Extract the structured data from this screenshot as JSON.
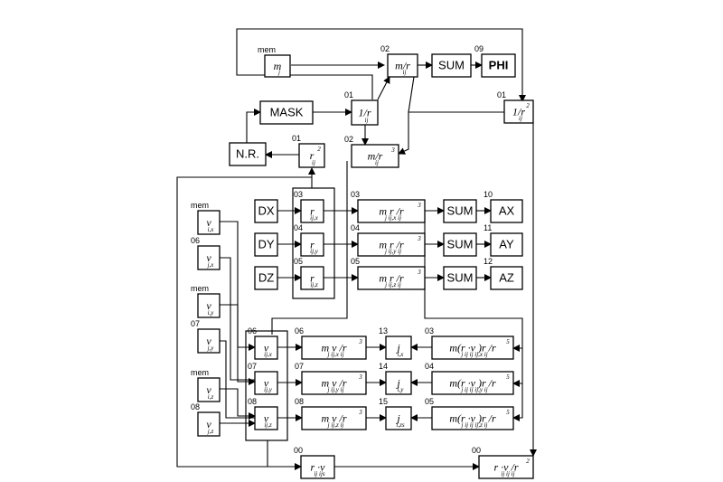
{
  "nodes": {
    "mem_m": {
      "tag": "mem",
      "text": "m",
      "sub": "j"
    },
    "mr": {
      "tag": "02",
      "text": "m/r",
      "sub": "ij"
    },
    "sum_phi": {
      "text": "SUM"
    },
    "phi": {
      "tag": "09",
      "text": "PHI"
    },
    "mask": {
      "text": "MASK"
    },
    "inv_r": {
      "tag": "01",
      "text": "1/r",
      "sub": "ij"
    },
    "inv_r2": {
      "tag": "01",
      "text": "1/r",
      "sup": "2",
      "sub": "ij"
    },
    "nr": {
      "text": "N.R."
    },
    "r2": {
      "tag": "01",
      "text": "r",
      "sup": "2",
      "sub": "ij"
    },
    "mr3": {
      "tag": "02",
      "text": "m/r",
      "sup": "3",
      "sub": "ij"
    },
    "dx": {
      "text": "DX"
    },
    "dy": {
      "text": "DY"
    },
    "dz": {
      "text": "DZ"
    },
    "rx": {
      "tag": "03",
      "text": "r",
      "sub": "ij,x"
    },
    "ry": {
      "tag": "04",
      "text": "r",
      "sub": "ij,y"
    },
    "rz": {
      "tag": "05",
      "text": "r",
      "sub": "ij,z"
    },
    "mrx": {
      "tag": "03",
      "text": "m r  /r",
      "sup": "3",
      "sub": "j  ij,x   ij"
    },
    "mry": {
      "tag": "04",
      "text": "m r  /r",
      "sup": "3",
      "sub": "j  ij,y   ij"
    },
    "mrz": {
      "tag": "05",
      "text": "m r  /r",
      "sup": "3",
      "sub": "j  ij,z   ij"
    },
    "sum_x": {
      "text": "SUM"
    },
    "sum_y": {
      "text": "SUM"
    },
    "sum_z": {
      "text": "SUM"
    },
    "ax": {
      "tag": "10",
      "text": "AX"
    },
    "ay": {
      "tag": "11",
      "text": "AY"
    },
    "az": {
      "tag": "12",
      "text": "AZ"
    },
    "vix": {
      "tag": "mem",
      "text": "v",
      "sub": "i,x"
    },
    "vjx": {
      "tag": "06",
      "text": "v",
      "sub": "j,x"
    },
    "viy": {
      "tag": "mem",
      "text": "v",
      "sub": "i,y"
    },
    "vjy": {
      "tag": "07",
      "text": "v",
      "sub": "j,y"
    },
    "viz": {
      "tag": "mem",
      "text": "v",
      "sub": "i,z"
    },
    "vjz": {
      "tag": "08",
      "text": "v",
      "sub": "j,z"
    },
    "vijx": {
      "tag": "06",
      "text": "v",
      "sub": "ij,x"
    },
    "vijy": {
      "tag": "07",
      "text": "v",
      "sub": "ij,y"
    },
    "vijz": {
      "tag": "08",
      "text": "v",
      "sub": "ij,z"
    },
    "mvx": {
      "tag": "06",
      "text": "m v   /r",
      "sup": "3",
      "sub": "j  ij,x   ij"
    },
    "mvy": {
      "tag": "07",
      "text": "m v   /r",
      "sup": "3",
      "sub": "j  ij,y   ij"
    },
    "mvz": {
      "tag": "08",
      "text": "m v   /r",
      "sup": "3",
      "sub": "j  ij,z   ij"
    },
    "jx": {
      "tag": "13",
      "text": "j",
      "sub": "i,x"
    },
    "jy": {
      "tag": "14",
      "text": "j",
      "sub": "i,y"
    },
    "jz": {
      "tag": "15",
      "text": "j",
      "sub": "i,zs"
    },
    "mrvx": {
      "tag": "03",
      "text": "m(r  ·v )r   /r",
      "sup": "5",
      "sub": "j   ij   ij   ij,x   ij"
    },
    "mrvy": {
      "tag": "04",
      "text": "m(r  ·v )r   /r",
      "sup": "5",
      "sub": "j   ij   ij   ij,y   ij"
    },
    "mrvz": {
      "tag": "05",
      "text": "m(r  ·v )r   /r",
      "sup": "5",
      "sub": "j   ij   ij   ij,z   ij"
    },
    "rv": {
      "tag": "00",
      "text": "r  ·v",
      "sub": "ij    ijs"
    },
    "rv_r2": {
      "tag": "00",
      "text": "r  ·v /r",
      "sup": "2",
      "sub": "ij    ij   ij"
    }
  }
}
